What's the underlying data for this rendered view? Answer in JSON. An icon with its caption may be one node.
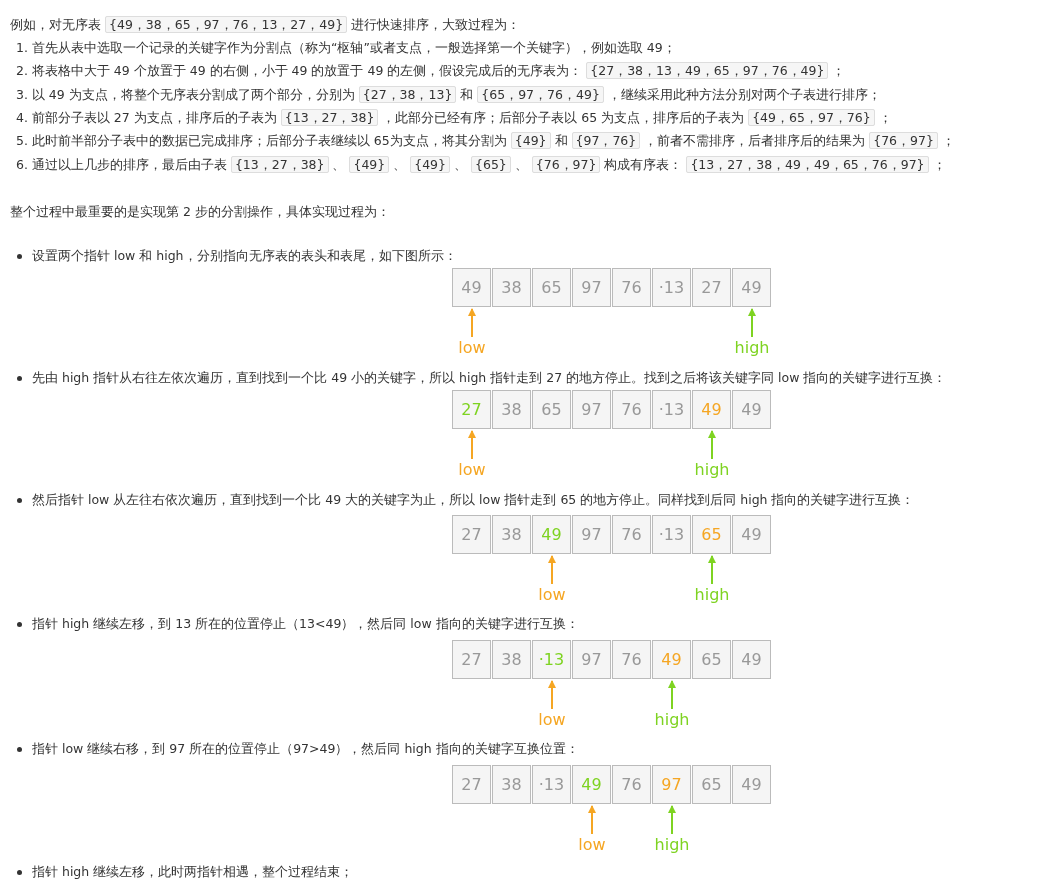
{
  "diagram": {
    "nodes": [
      {
        "text": [
          "49"
        ]
      },
      {
        "text": [
          "38"
        ]
      },
      {
        "text": [
          "65"
        ]
      },
      {
        "text": [
          "97"
        ]
      },
      {
        "text": [
          "76"
        ]
      },
      {
        "text": [
          "·13"
        ]
      },
      {
        "text": [
          "27"
        ]
      },
      {
        "text": [
          "49"
        ]
      },
      {
        "text": [
          "low"
        ]
      },
      {
        "text": [
          "high"
        ]
      },
      {
        "text": [
          "27"
        ]
      },
      {
        "text": [
          "38"
        ]
      },
      {
        "text": [
          "65"
        ]
      },
      {
        "text": [
          "97"
        ]
      },
      {
        "text": [
          "76"
        ]
      },
      {
        "text": [
          "·13"
        ]
      },
      {
        "text": [
          "49"
        ]
      },
      {
        "text": [
          "49"
        ]
      },
      {
        "text": [
          "low"
        ]
      },
      {
        "text": [
          "high"
        ]
      },
      {
        "text": [
          "27"
        ]
      },
      {
        "text": [
          "38"
        ]
      },
      {
        "text": [
          "49"
        ]
      },
      {
        "text": [
          "97"
        ]
      },
      {
        "text": [
          "76"
        ]
      },
      {
        "text": [
          "·13"
        ]
      },
      {
        "text": [
          "65"
        ]
      },
      {
        "text": [
          "49"
        ]
      },
      {
        "text": [
          "low"
        ]
      },
      {
        "text": [
          "high"
        ]
      },
      {
        "text": [
          "27"
        ]
      },
      {
        "text": [
          "38"
        ]
      },
      {
        "text": [
          "·13"
        ]
      },
      {
        "text": [
          "97"
        ]
      },
      {
        "text": [
          "76"
        ]
      },
      {
        "text": [
          "49"
        ]
      },
      {
        "text": [
          "65"
        ]
      },
      {
        "text": [
          "49"
        ]
      },
      {
        "text": [
          "low"
        ]
      },
      {
        "text": [
          "high"
        ]
      },
      {
        "text": [
          "27"
        ]
      },
      {
        "text": [
          "38"
        ]
      },
      {
        "text": [
          "·13"
        ]
      },
      {
        "text": [
          "49"
        ]
      },
      {
        "text": [
          "76"
        ]
      },
      {
        "text": [
          "97"
        ]
      },
      {
        "text": [
          "65"
        ]
      },
      {
        "text": [
          "49"
        ]
      },
      {
        "text": [
          "low"
        ]
      },
      {
        "text": [
          "high"
        ]
      }
    ],
    "edges": [
      {
        "from": 8,
        "to": 0,
        "arrow": "to",
        "color": "#f5a623"
      },
      {
        "from": 9,
        "to": 7,
        "arrow": "to",
        "color": "#7ed321"
      },
      {
        "from": 18,
        "to": 10,
        "arrow": "to",
        "color": "#f5a623"
      },
      {
        "from": 19,
        "to": 16,
        "arrow": "to",
        "color": "#7ed321"
      },
      {
        "from": 28,
        "to": 22,
        "arrow": "to",
        "color": "#f5a623"
      },
      {
        "from": 29,
        "to": 26,
        "arrow": "to",
        "color": "#7ed321"
      },
      {
        "from": 38,
        "to": 32,
        "arrow": "to",
        "color": "#f5a623"
      },
      {
        "from": 39,
        "to": 35,
        "arrow": "to",
        "color": "#7ed321"
      },
      {
        "from": 48,
        "to": 43,
        "arrow": "to",
        "color": "#f5a623"
      },
      {
        "from": 49,
        "to": 45,
        "arrow": "to",
        "color": "#7ed321"
      }
    ],
    "labels": [
      "例如，对无序表 {49，38，65，97，76，13，27，49} 进行快速排序，大致过程为：",
      "1. 首先从表中选取一个记录的关键字作为分割点（称为“枢轴”或者支点，一般选择第一个关键字），例如选取 49；",
      "2. 将表格中大于 49 个放置于 49 的右侧，小于 49 的放置于 49 的左侧，假设完成后的无序表为： {27，38，13，49，65，97，76，49} ；",
      "3. 以 49 为支点，将整个无序表分割成了两个部分，分别为 {27，38，13} 和 {65，97，76，49} ，继续采用此种方法分别对两个子表进行排序；",
      "4. 前部分子表以 27 为支点，排序后的子表为 {13，27，38} ，此部分已经有序；后部分子表以 65 为支点，排序后的子表为 {49，65，97，76} ；",
      "5. 此时前半部分子表中的数据已完成排序；后部分子表继续以 65为支点，将其分割为 {49} 和 {97，76} ，前者不需排序，后者排序后的结果为 {76，97} ；",
      "6. 通过以上几步的排序，最后由子表 {13，27，38} 、 {49} 、 {49} 、 {65} 、 {76，97} 构成有序表： {13，27，38，49，49，65，76，97} ；",
      "整个过程中最重要的是实现第 2 步的分割操作，具体实现过程为：",
      "设置两个指针 low 和 high，分别指向无序表的表头和表尾，如下图所示：",
      "先由 high 指针从右往左依次遍历，直到找到一个比 49 小的关键字，所以 high 指针走到 27 的地方停止。找到之后将该关键字同 low 指向的关键字进行互换：",
      "然后指针 low 从左往右依次遍历，直到找到一个比 49 大的关键字为止，所以 low 指针走到 65 的地方停止。同样找到后同 high 指向的关键字进行互换：",
      "指针 high 继续左移，到 13 所在的位置停止（13<49），然后同 low 指向的关键字进行互换：",
      "指针 low 继续右移，到 97 所在的位置停止（97>49），然后同 high 指向的关键字互换位置：",
      "指针 high 继续左移，此时两指针相遇，整个过程结束；"
    ]
  }
}
